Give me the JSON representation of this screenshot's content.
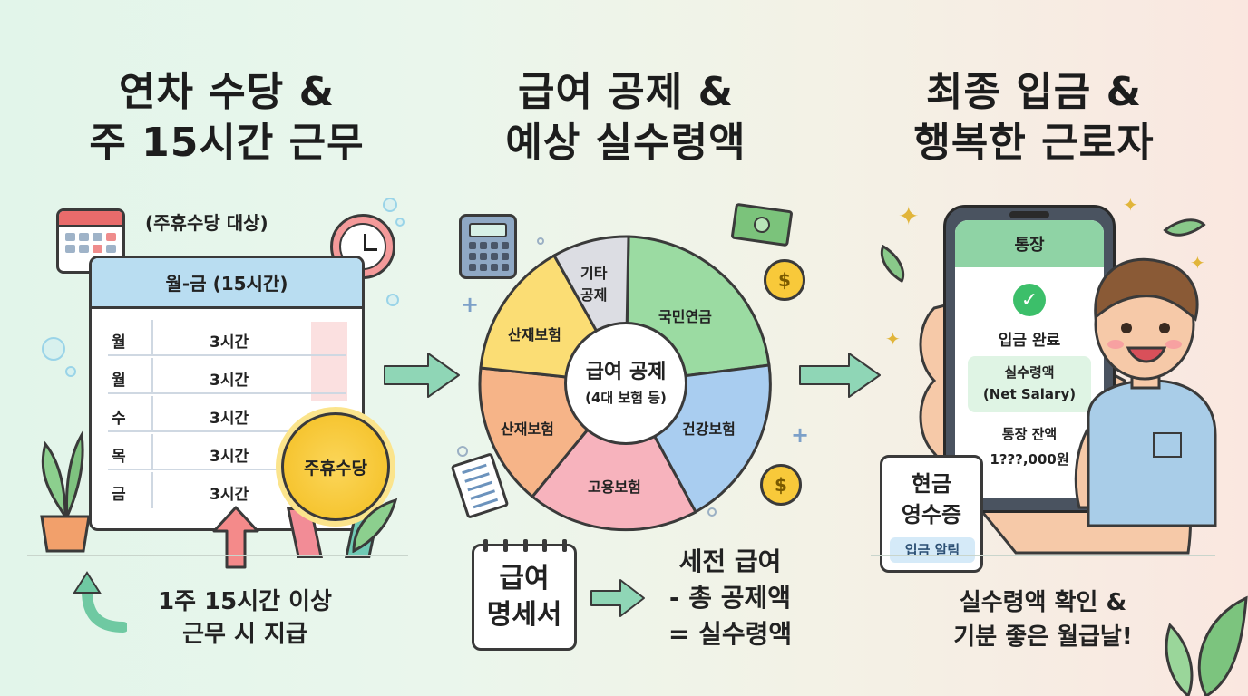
{
  "panel1": {
    "title_line1": "연차 수당 &",
    "title_line2": "주 15시간 근무",
    "subtitle": "(주휴수당 대상)",
    "timetable_header": "월-금 (15시간)",
    "rows": [
      {
        "day": "월",
        "hours": "3시간"
      },
      {
        "day": "월",
        "hours": "3시간"
      },
      {
        "day": "수",
        "hours": "3시간"
      },
      {
        "day": "목",
        "hours": "3시간"
      },
      {
        "day": "금",
        "hours": "3시간"
      }
    ],
    "badge": "주휴수당",
    "note_line1": "1주 15시간 이상",
    "note_line2": "근무 시 지급"
  },
  "panel2": {
    "title_line1": "급여 공제 &",
    "title_line2": "예상 실수령액",
    "pie_segments": [
      {
        "label": "국민연금",
        "color": "#9bdba2"
      },
      {
        "label": "건강보험",
        "color": "#a9cdf0"
      },
      {
        "label": "고용보험",
        "color": "#f7b3bd"
      },
      {
        "label": "산재보험",
        "color": "#f6b488"
      },
      {
        "label": "산재보험",
        "color": "#fbdd74"
      },
      {
        "label_line1": "기타",
        "label_line2": "공제",
        "color": "#dcdde3"
      }
    ],
    "center_title": "급여 공제",
    "center_sub": "(4대 보험 등)",
    "payslip_line1": "급여",
    "payslip_line2": "명세서",
    "formula_line1": "세전 급여",
    "formula_line2": "- 총 공제액",
    "formula_line3": "= 실수령액",
    "coin_symbol": "$"
  },
  "panel3": {
    "title_line1": "최종 입금 &",
    "title_line2": "행복한 근로자",
    "phone_header": "통장",
    "deposit_done": "입금 완료",
    "net_label": "실수령액",
    "net_label_en": "(Net Salary)",
    "balance_label": "통장 잔액",
    "balance_value": "1???,000원",
    "receipt_line1": "현금",
    "receipt_line2": "영수증",
    "receipt_notice": "입금 알림",
    "note_line1": "실수령액 확인 &",
    "note_line2": "기분 좋은 월급날!"
  },
  "colors": {
    "accent_green": "#7ccaa0",
    "calendar_red": "#e96b6b",
    "badge_gold": "#f6c531"
  }
}
